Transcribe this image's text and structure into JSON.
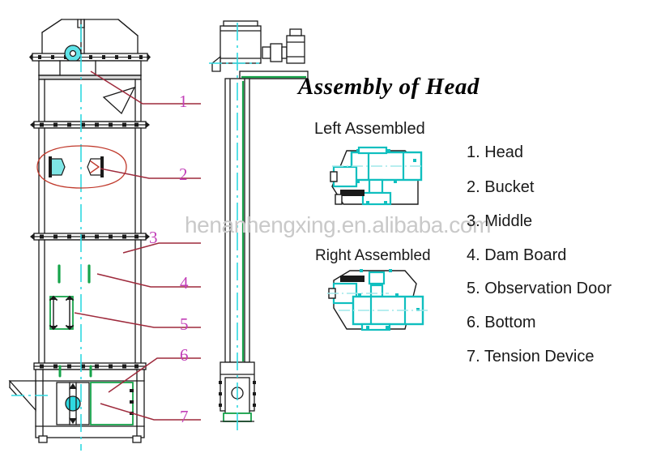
{
  "figure": {
    "title": "Assembly of Head",
    "watermark": "henanhengxing.en.alibaba.com",
    "background_color": "#ffffff"
  },
  "detail_views": {
    "left": {
      "label": "Left Assembled"
    },
    "right": {
      "label": "Right Assembled"
    }
  },
  "legend": {
    "items": [
      {
        "number": "1.",
        "label": "Head",
        "text": "1. Head"
      },
      {
        "number": "2.",
        "label": "Bucket",
        "text": "2. Bucket"
      },
      {
        "number": "3.",
        "label": "Middle",
        "text": "3. Middle"
      },
      {
        "number": "4.",
        "label": "Dam Board",
        "text": "4. Dam Board"
      },
      {
        "number": "5.",
        "label": "Observation Door",
        "text": "5. Observation Door"
      },
      {
        "number": "6.",
        "label": "Bottom",
        "text": "6. Bottom"
      },
      {
        "number": "7.",
        "label": "Tension Device",
        "text": "7. Tension Device"
      }
    ]
  },
  "callouts": [
    {
      "id": "1",
      "text": "1",
      "target": "head"
    },
    {
      "id": "2",
      "text": "2",
      "target": "bucket"
    },
    {
      "id": "3",
      "text": "3",
      "target": "middle"
    },
    {
      "id": "4",
      "text": "4",
      "target": "dam-board"
    },
    {
      "id": "5",
      "text": "5",
      "target": "observation-door"
    },
    {
      "id": "6",
      "text": "6",
      "target": "bottom"
    },
    {
      "id": "7",
      "text": "7",
      "target": "tension-device"
    }
  ],
  "colors": {
    "line": "#1a1a1a",
    "callout": "#c23fb8",
    "leader": "#9e2a3c",
    "centerline": "#2fd8e0",
    "accent_green": "#16a34a",
    "accent_teal": "#0fbfbf",
    "watermark": "#c9c9c9",
    "highlight_ellipse": "#c0392b"
  },
  "drawing": {
    "front_view_name": "bucket-elevator-front-view",
    "side_view_name": "bucket-elevator-side-view"
  }
}
